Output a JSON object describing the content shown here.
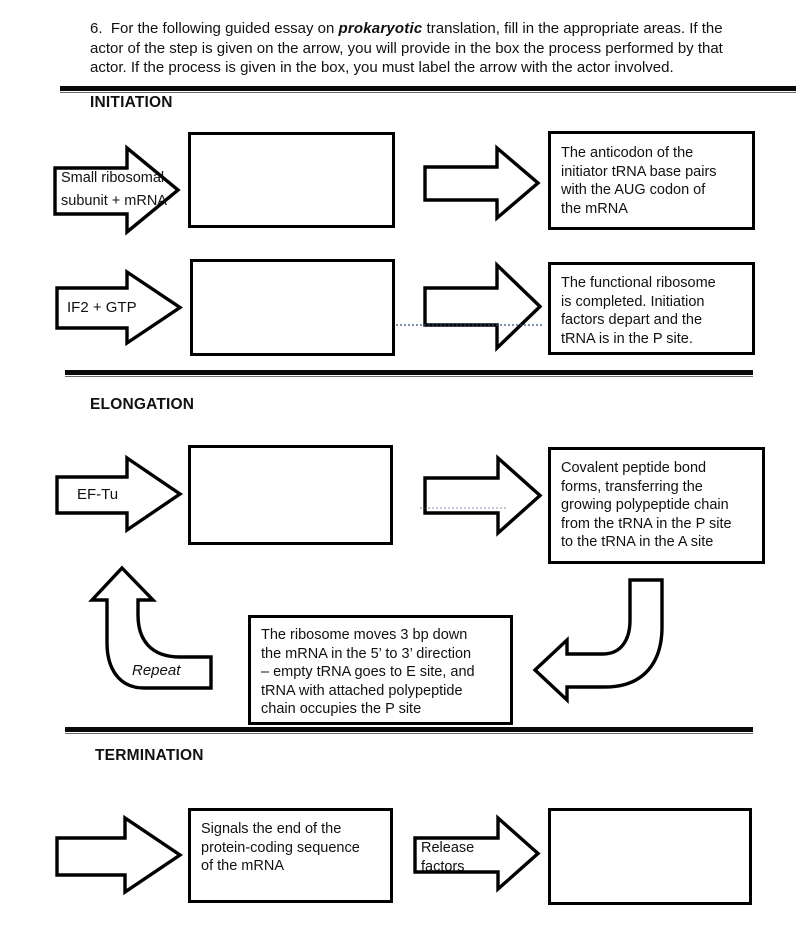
{
  "intro": {
    "part1": "6.  For the following guided essay on ",
    "emphasis": "prokaryotic",
    "part2": " translation, fill in the appropriate areas. If the actor of the step is given on the arrow, you will provide in the box the process performed by that actor. If the process is given in the box, you must label the arrow with the actor involved."
  },
  "initiation": {
    "heading": "INITIATION",
    "row1_arrow_label": "Small ribosomal\nsubunit + mRNA",
    "row1_result_text": "The anticodon of the\ninitiator tRNA base pairs\nwith the AUG codon of\nthe mRNA",
    "row2_arrow_label": "IF2 + GTP",
    "row2_result_text": "The functional ribosome\nis completed. Initiation\nfactors depart and the\ntRNA is in the P site."
  },
  "elongation": {
    "heading": "ELONGATION",
    "row_arrow_label": "EF-Tu",
    "row_result_text": "Covalent peptide bond\nforms, transferring the\ngrowing polypeptide chain\nfrom the tRNA in the P site\nto the tRNA in the A site",
    "repeat_label": "Repeat",
    "translocation_text": "The ribosome moves 3 bp down\nthe mRNA in the 5’ to 3’ direction\n– empty tRNA goes to E site, and\ntRNA with attached polypeptide\nchain occupies the P site"
  },
  "termination": {
    "heading": "TERMINATION",
    "signal_text": "Signals the end of the\nprotein-coding sequence\nof the mRNA",
    "arrow_label": "Release\nfactors"
  },
  "colors": {
    "ink": "#000000",
    "watermark_artifact": "#2d4a78"
  }
}
